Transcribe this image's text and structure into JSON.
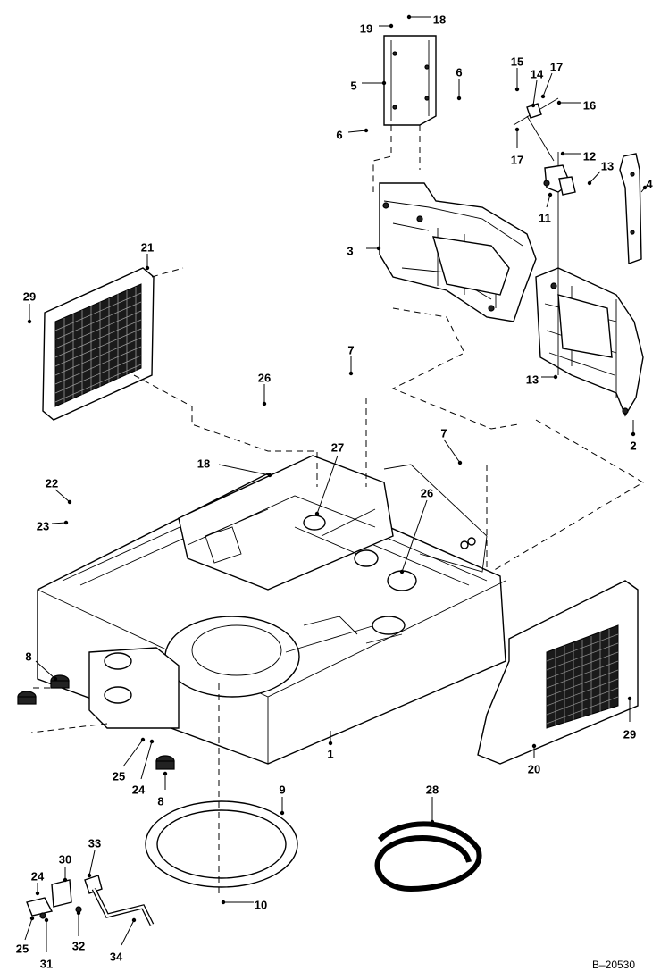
{
  "figure_id": "B–20530",
  "callouts": [
    "1",
    "2",
    "3",
    "4",
    "5",
    "6",
    "6",
    "7",
    "7",
    "8",
    "8",
    "9",
    "10",
    "11",
    "12",
    "13",
    "13",
    "14",
    "15",
    "16",
    "17",
    "17",
    "18",
    "18",
    "19",
    "20",
    "21",
    "22",
    "23",
    "24",
    "24",
    "25",
    "25",
    "26",
    "26",
    "27",
    "28",
    "29",
    "29",
    "30",
    "31",
    "32",
    "33",
    "34"
  ],
  "parts": {
    "frame": "1",
    "right_panel_bracket": "2",
    "left_panel_bracket": "3",
    "latch_strip": "4",
    "upper_cover": "5",
    "grille_left": "21",
    "side_panel_right": "20",
    "swing_bearing": "9",
    "hose": "28",
    "fitting_block": "30",
    "tube": "34"
  },
  "colors": {
    "ink": "#000000",
    "paper": "#ffffff",
    "mesh": "#1a1a1a"
  }
}
